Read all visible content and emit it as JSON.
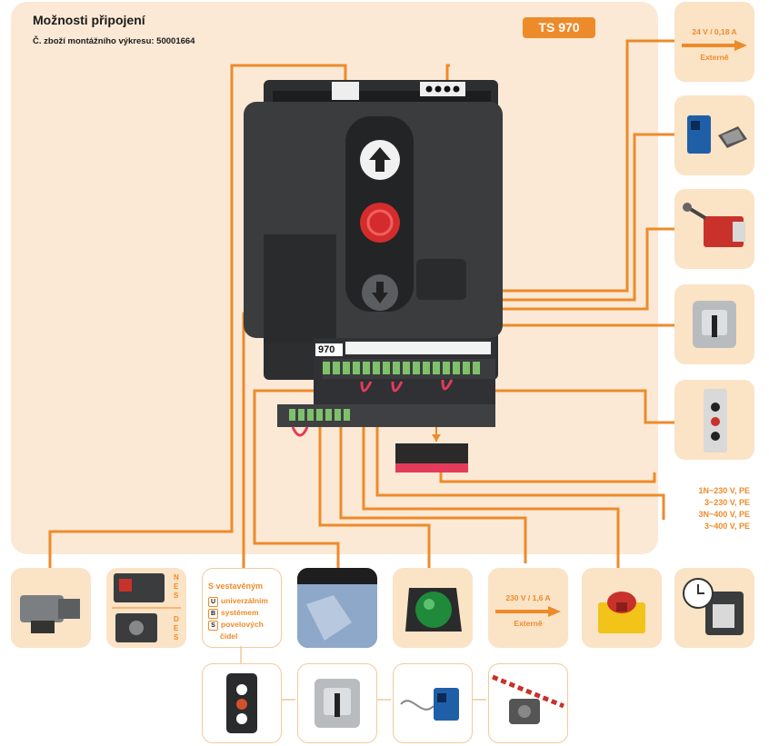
{
  "header": {
    "title": "Možnosti připojení",
    "subtitle": "Č. zboží montážního výkresu: 50001664",
    "model_badge": "TS 970"
  },
  "controller": {
    "label": "970"
  },
  "outputs": {
    "external_24v": {
      "value": "24 V / 0,18 A",
      "label": "Externě"
    },
    "external_230v": {
      "value": "230 V / 1,6 A",
      "label": "Externě"
    }
  },
  "power_supply": {
    "lines": [
      "1N~230 V, PE",
      "3~230 V, PE",
      "3N~400 V, PE",
      "3~400 V, PE"
    ]
  },
  "limit_switch": {
    "nes": "N E S",
    "des": "D E S"
  },
  "integrated": {
    "heading": "S vestavěným",
    "items": [
      {
        "letter": "U",
        "text": "univerzálním"
      },
      {
        "letter": "B",
        "text": "systémem"
      },
      {
        "letter": "S",
        "text": "povelových"
      }
    ],
    "tail": "čidel"
  },
  "colors": {
    "accent": "#ed8b2a",
    "panel": "#fbe9d6",
    "tile": "#fbe3c6"
  }
}
